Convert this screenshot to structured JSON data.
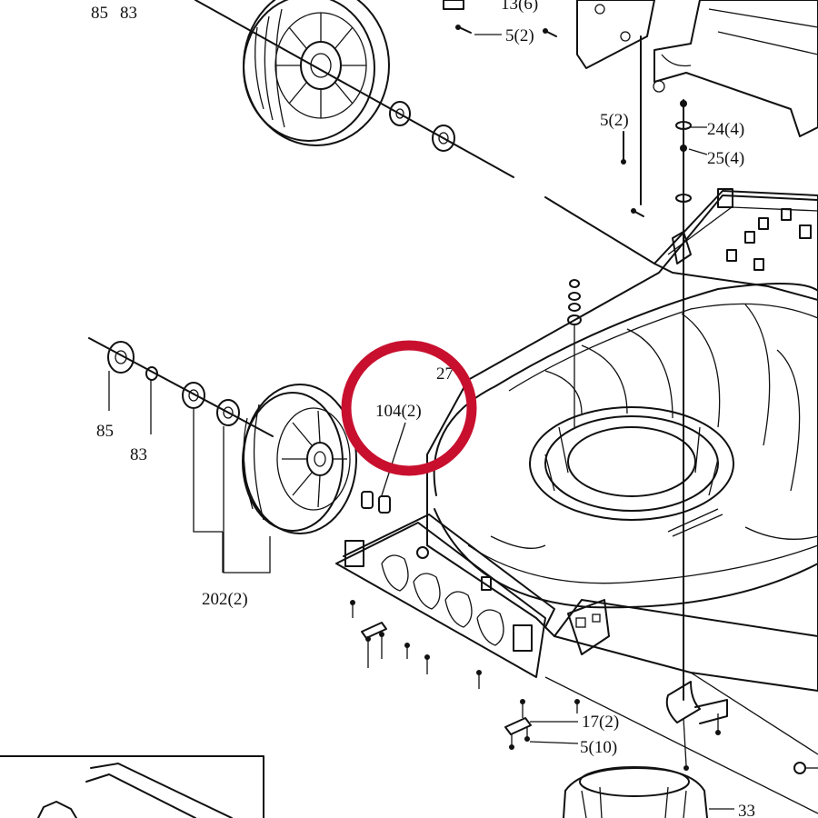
{
  "labels": {
    "top_85": "85",
    "top_83": "83",
    "p13": "13(6)",
    "p5a": "5(2)",
    "p5b": "5(2)",
    "p24": "24(4)",
    "p25": "25(4)",
    "p27": "27",
    "p104": "104(2)",
    "p85": "85",
    "p83": "83",
    "p202": "202(2)",
    "p17": "17(2)",
    "p510": "5(10)",
    "p33": "33"
  },
  "highlight": {
    "color": "#c8102e",
    "shape": "circle"
  },
  "line_color": "#111111"
}
